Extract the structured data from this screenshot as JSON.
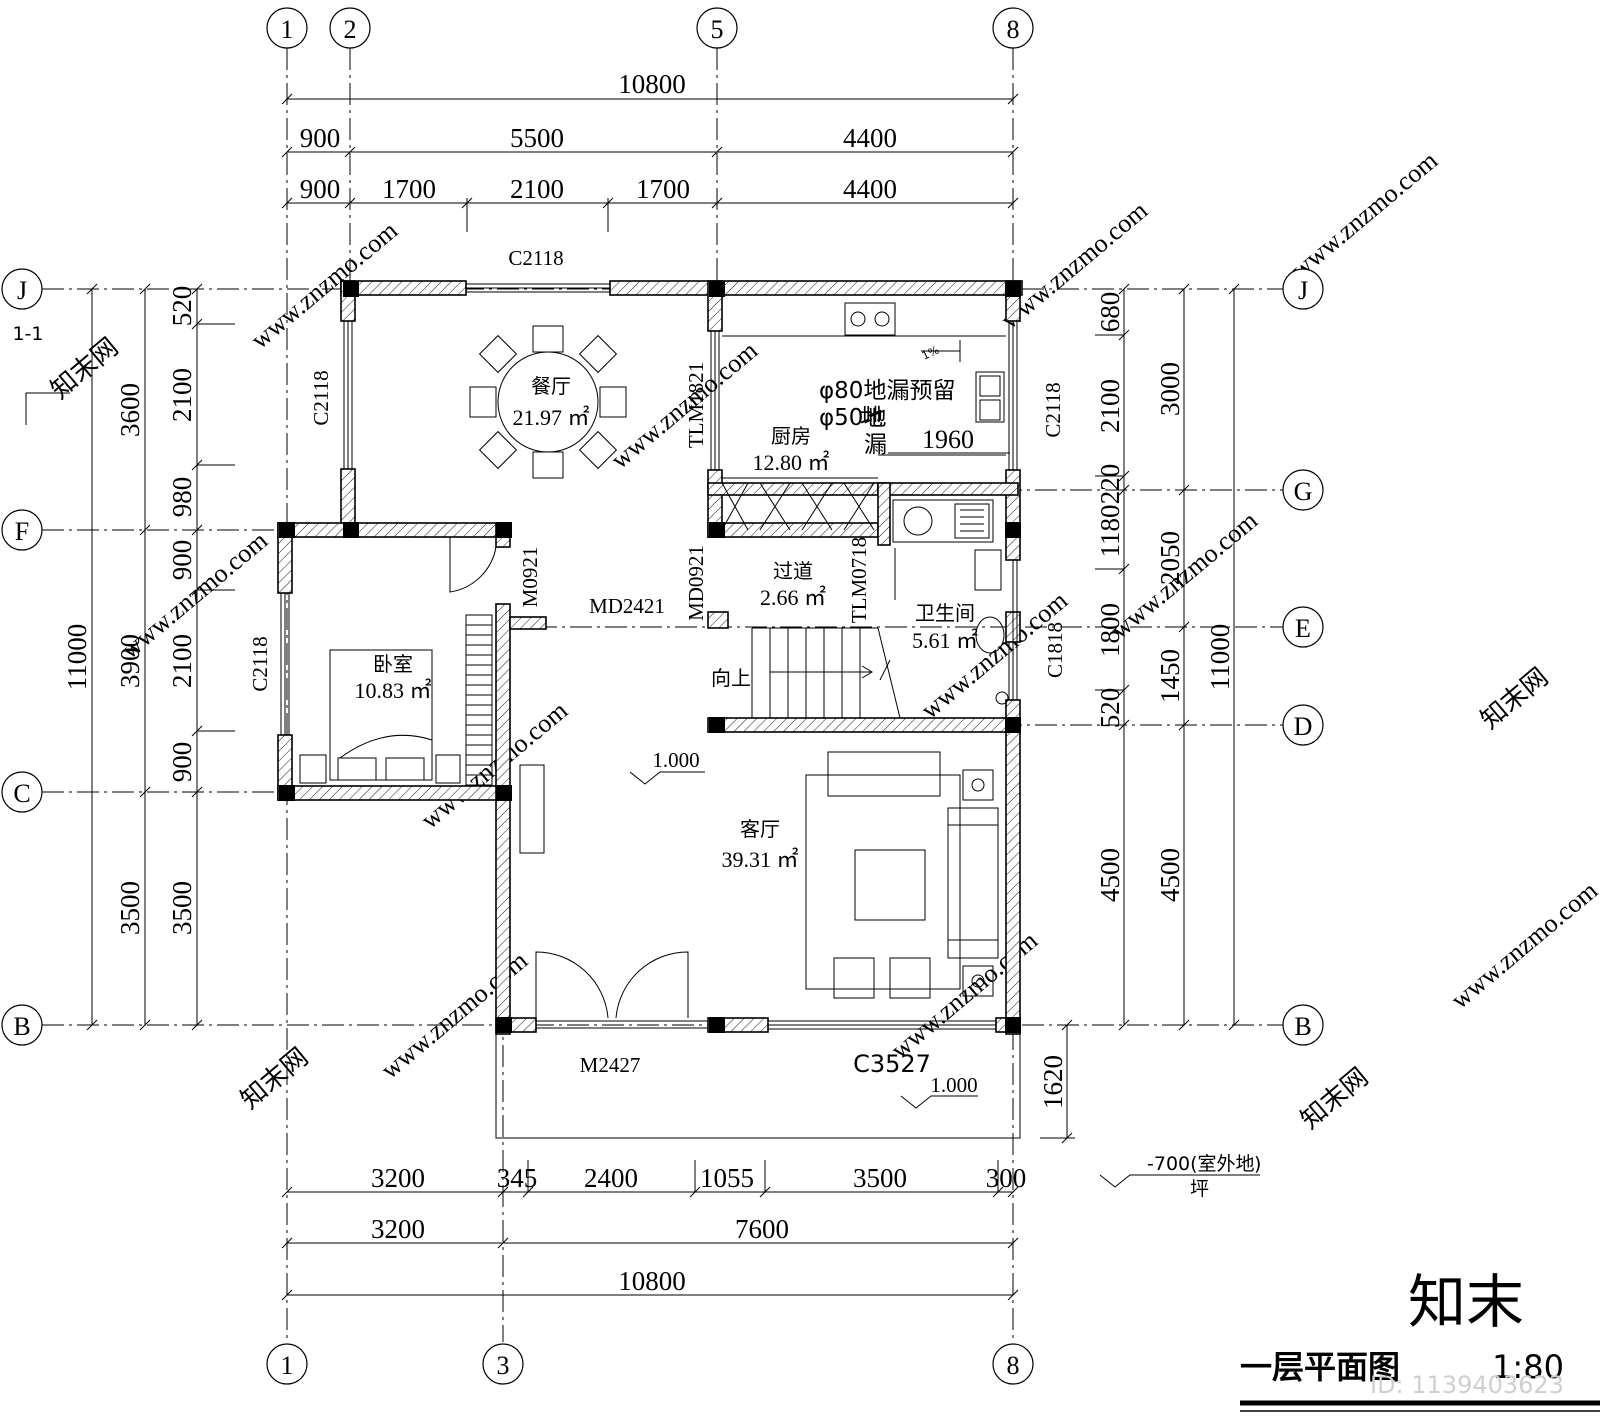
{
  "axes": {
    "top": [
      "1",
      "2",
      "5",
      "8"
    ],
    "bottom": [
      "1",
      "3",
      "8"
    ],
    "left": [
      "J",
      "F",
      "C",
      "B"
    ],
    "right": [
      "J",
      "G",
      "E",
      "D",
      "B"
    ]
  },
  "dims": {
    "top_total": "10800",
    "top_row2": [
      "900",
      "5500",
      "4400"
    ],
    "top_row3": [
      "900",
      "1700",
      "2100",
      "1700",
      "4400"
    ],
    "left_total": "11000",
    "left_row2": [
      "3600",
      "3900",
      "3500"
    ],
    "left_row3": [
      "520",
      "2100",
      "980",
      "900",
      "2100",
      "900",
      "3500"
    ],
    "right_row1": [
      "680",
      "2100",
      "220",
      "1180",
      "1800",
      "520",
      "4500"
    ],
    "right_row2": [
      "3000",
      "2050",
      "1450",
      "4500"
    ],
    "right_total": "11000",
    "bottom_row1": [
      "3200",
      "345",
      "2400",
      "1055",
      "3500",
      "300"
    ],
    "bottom_row2": [
      "3200",
      "7600"
    ],
    "bottom_total": "10800",
    "porch_depth": "1620",
    "kitchen_1960": "1960"
  },
  "rooms": {
    "dining": {
      "name": "餐厅",
      "area": "21.97 ㎡"
    },
    "kitchen": {
      "name": "厨房",
      "area": "12.80 ㎡"
    },
    "passage": {
      "name": "过道",
      "area": "2.66 ㎡"
    },
    "bath": {
      "name": "卫生间",
      "area": "5.61 ㎡"
    },
    "bedroom": {
      "name": "卧室",
      "area": "10.83 ㎡"
    },
    "living": {
      "name": "客厅",
      "area": "39.31 ㎡"
    }
  },
  "openings": {
    "c2118_top": "C2118",
    "c2118_dining": "C2118",
    "c2118_kitchen": "C2118",
    "c2118_bedroom": "C2118",
    "tlm1821": "TLM1821",
    "tlm0718": "TLM0718",
    "md0921": "MD0921",
    "m0921": "M0921",
    "md2421": "MD2421",
    "c1818": "C1818",
    "m2427": "M2427",
    "c3527": "C3527"
  },
  "notes": {
    "drain1": "φ80地漏预留",
    "drain2": "φ50地",
    "drain3": "漏",
    "drain_mark": "地",
    "slope": "1%",
    "up": "向上",
    "level_inside": "1.000",
    "level_porch": "1.000",
    "level_outside": "-700(室外地",
    "level_outside_end": ")",
    "level_outside2": "坪",
    "section": "1-1"
  },
  "title": {
    "name": "一层平面图",
    "scale": "1:80"
  },
  "watermark": {
    "text": "www.znzmo.com",
    "brand": "知末网",
    "logo": "知末",
    "id": "ID: 1139403623"
  }
}
